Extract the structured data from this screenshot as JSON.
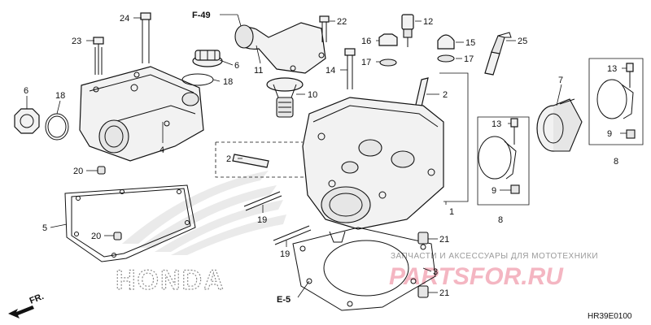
{
  "callouts": [
    {
      "text": "24"
    },
    {
      "text": "23"
    },
    {
      "text": "6"
    },
    {
      "text": "18"
    },
    {
      "text": "6"
    },
    {
      "text": "18"
    },
    {
      "text": "4"
    },
    {
      "text": "11"
    },
    {
      "text": "22"
    },
    {
      "text": "12"
    },
    {
      "text": "16"
    },
    {
      "text": "17"
    },
    {
      "text": "14"
    },
    {
      "text": "10"
    },
    {
      "text": "15"
    },
    {
      "text": "17"
    },
    {
      "text": "25"
    },
    {
      "text": "2"
    },
    {
      "text": "2"
    },
    {
      "text": "13"
    },
    {
      "text": "7"
    },
    {
      "text": "9"
    },
    {
      "text": "8"
    },
    {
      "text": "13"
    },
    {
      "text": "9"
    },
    {
      "text": "8"
    },
    {
      "text": "1"
    },
    {
      "text": "19"
    },
    {
      "text": "19"
    },
    {
      "text": "20"
    },
    {
      "text": "5"
    },
    {
      "text": "20"
    },
    {
      "text": "21"
    },
    {
      "text": "3"
    },
    {
      "text": "21"
    }
  ],
  "refs": {
    "f49": "F-49",
    "e5": "E-5",
    "fr": "FR."
  },
  "watermark": {
    "brand_text": "HONDA",
    "shop_caption": "ЗАПЧАСТИ И АКСЕССУАРЫ ДЛЯ МОТОТЕХНИКИ",
    "shop_logo": "PARTSFOR.RU"
  },
  "diagram_code": "HR39E0100"
}
